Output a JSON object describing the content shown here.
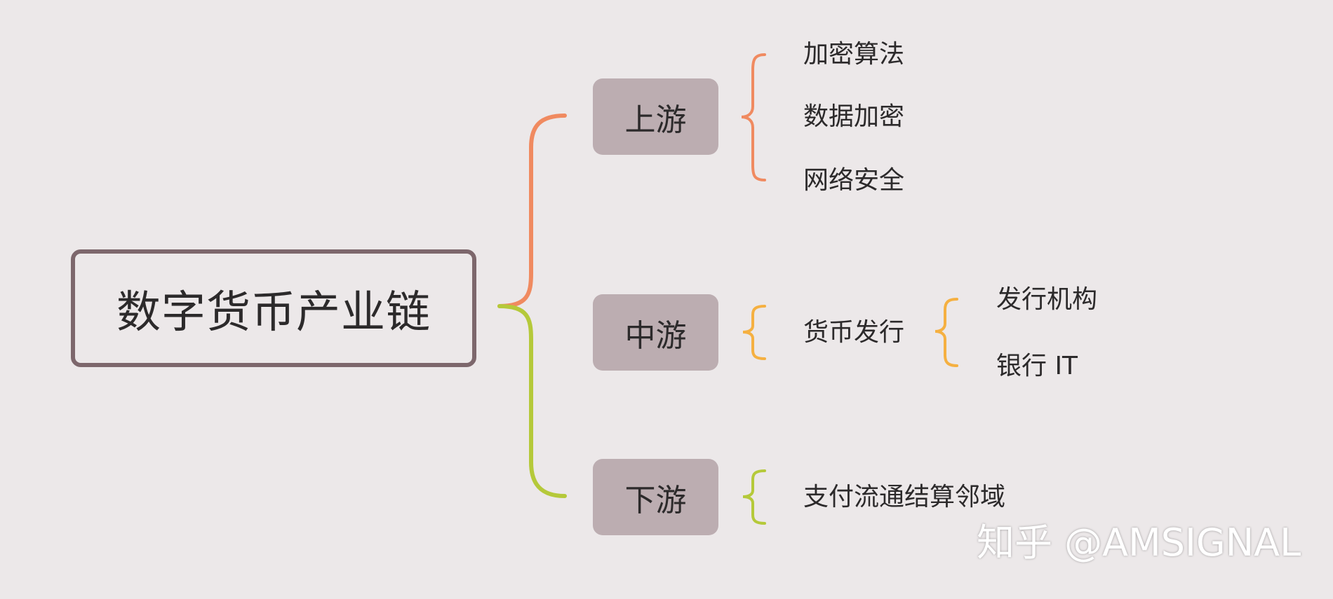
{
  "root": {
    "label": "数字货币产业链"
  },
  "colors": {
    "upstream": "#f08a60",
    "midstream": "#f5b041",
    "downstream": "#b5c93a",
    "root_border": "#7d676c",
    "node_fill": "#bcadb1",
    "background": "#ece8e9"
  },
  "stages": [
    {
      "label": "上游",
      "children": [
        "加密算法",
        "数据加密",
        "网络安全"
      ]
    },
    {
      "label": "中游",
      "children": [
        {
          "label": "货币发行",
          "children": [
            "发行机构",
            "银行 IT"
          ]
        }
      ]
    },
    {
      "label": "下游",
      "children": [
        "支付流通结算邻域"
      ]
    }
  ],
  "watermark": "知乎 @AMSIGNAL"
}
